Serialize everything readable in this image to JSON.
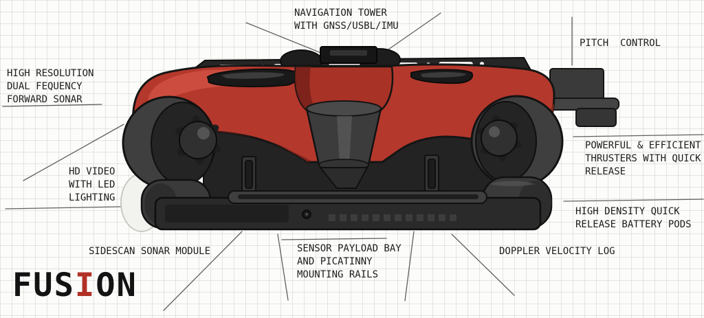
{
  "logo": {
    "prefix": "FUS",
    "accent": "I",
    "suffix": "ON",
    "accent_color": "#b23127"
  },
  "vehicle": {
    "body_color": "#b5382c",
    "hardware_color": "#3a3a3a",
    "outline_color": "#141414"
  },
  "annotations": {
    "nav_tower": {
      "text": "NAVIGATION TOWER\nWITH GNSS/USBL/IMU"
    },
    "pitch_control": {
      "text": "PITCH  CONTROL"
    },
    "forward_sonar": {
      "text": "HIGH RESOLUTION\nDUAL FEQUENCY\nFORWARD SONAR"
    },
    "hd_video": {
      "text": "HD VIDEO\nWITH LED\nLIGHTING"
    },
    "thrusters": {
      "text": "POWERFUL & EFFICIENT\nTHRUSTERS WITH QUICK\nRELEASE"
    },
    "battery_pods": {
      "text": "HIGH DENSITY QUICK\nRELEASE BATTERY PODS"
    },
    "sidescan": {
      "text": "SIDESCAN SONAR MODULE"
    },
    "payload_bay": {
      "text": "SENSOR PAYLOAD BAY\nAND PICATINNY\nMOUNTING RAILS"
    },
    "dvl": {
      "text": "DOPPLER VELOCITY LOG"
    }
  }
}
